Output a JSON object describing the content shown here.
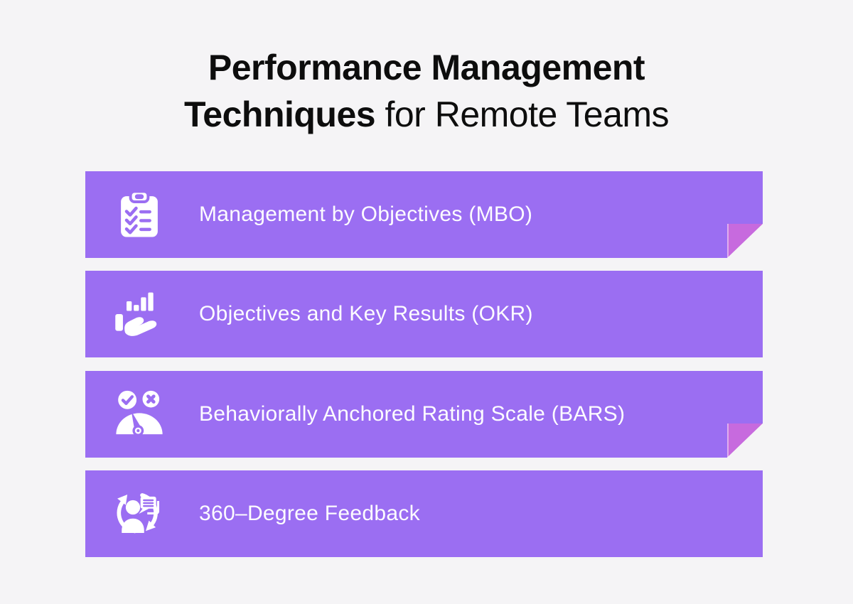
{
  "title": {
    "line1": "Performance Management",
    "line2_bold": "Techniques",
    "line2_regular": " for Remote Teams"
  },
  "techniques": [
    {
      "label": "Management by Objectives (MBO)",
      "icon": "clipboard-checklist-icon",
      "folded_corner": true
    },
    {
      "label": "Objectives and Key Results (OKR)",
      "icon": "hand-bar-chart-icon",
      "folded_corner": false
    },
    {
      "label": "Behaviorally Anchored Rating Scale (BARS)",
      "icon": "gauge-check-x-icon",
      "folded_corner": true
    },
    {
      "label": "360–Degree Feedback",
      "icon": "feedback-cycle-icon",
      "folded_corner": false
    }
  ],
  "colors": {
    "background": "#f5f4f6",
    "bar_purple": "#9b6ef2",
    "fold_pink": "#c76ade",
    "title_text": "#0d0d0d",
    "bar_text": "#ffffff",
    "icon_white": "#ffffff"
  }
}
